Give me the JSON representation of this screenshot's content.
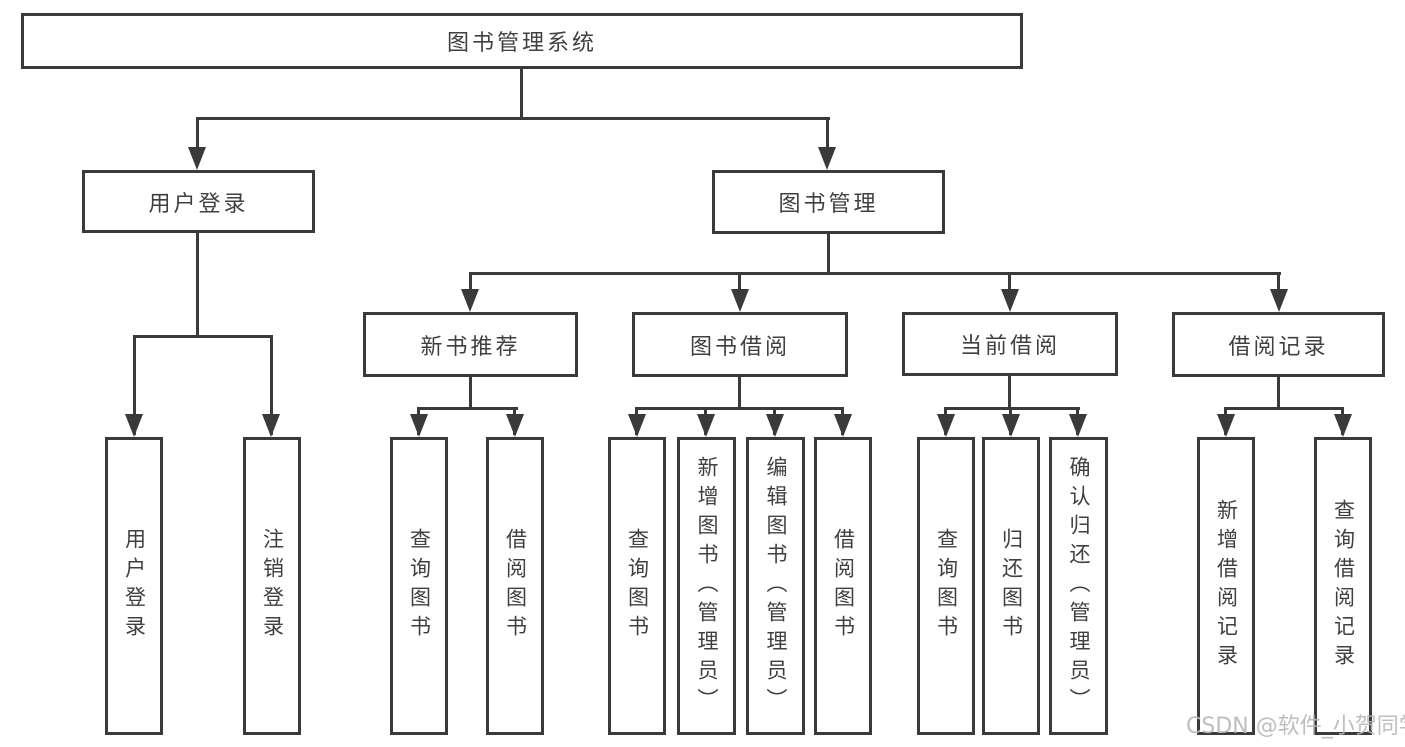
{
  "colors": {
    "line": "#3a3a3a",
    "text": "#404040",
    "background": "#ffffff",
    "watermark": "#b8b8b8"
  },
  "watermark": {
    "text": "CSDN @软件_小贺同学"
  },
  "tree": {
    "label": "图书管理系统",
    "children": [
      {
        "label": "用户登录",
        "children": [
          {
            "label": "用户登录"
          },
          {
            "label": "注销登录"
          }
        ]
      },
      {
        "label": "图书管理",
        "children": [
          {
            "label": "新书推荐",
            "children": [
              {
                "label": "查询图书"
              },
              {
                "label": "借阅图书"
              }
            ]
          },
          {
            "label": "图书借阅",
            "children": [
              {
                "label": "查询图书"
              },
              {
                "label": "新增图书（管理员）"
              },
              {
                "label": "编辑图书（管理员）"
              },
              {
                "label": "借阅图书"
              }
            ]
          },
          {
            "label": "当前借阅",
            "children": [
              {
                "label": "查询图书"
              },
              {
                "label": "归还图书"
              },
              {
                "label": "确认归还（管理员）"
              }
            ]
          },
          {
            "label": "借阅记录",
            "children": [
              {
                "label": "新增借阅记录"
              },
              {
                "label": "查询借阅记录"
              }
            ]
          }
        ]
      }
    ]
  }
}
